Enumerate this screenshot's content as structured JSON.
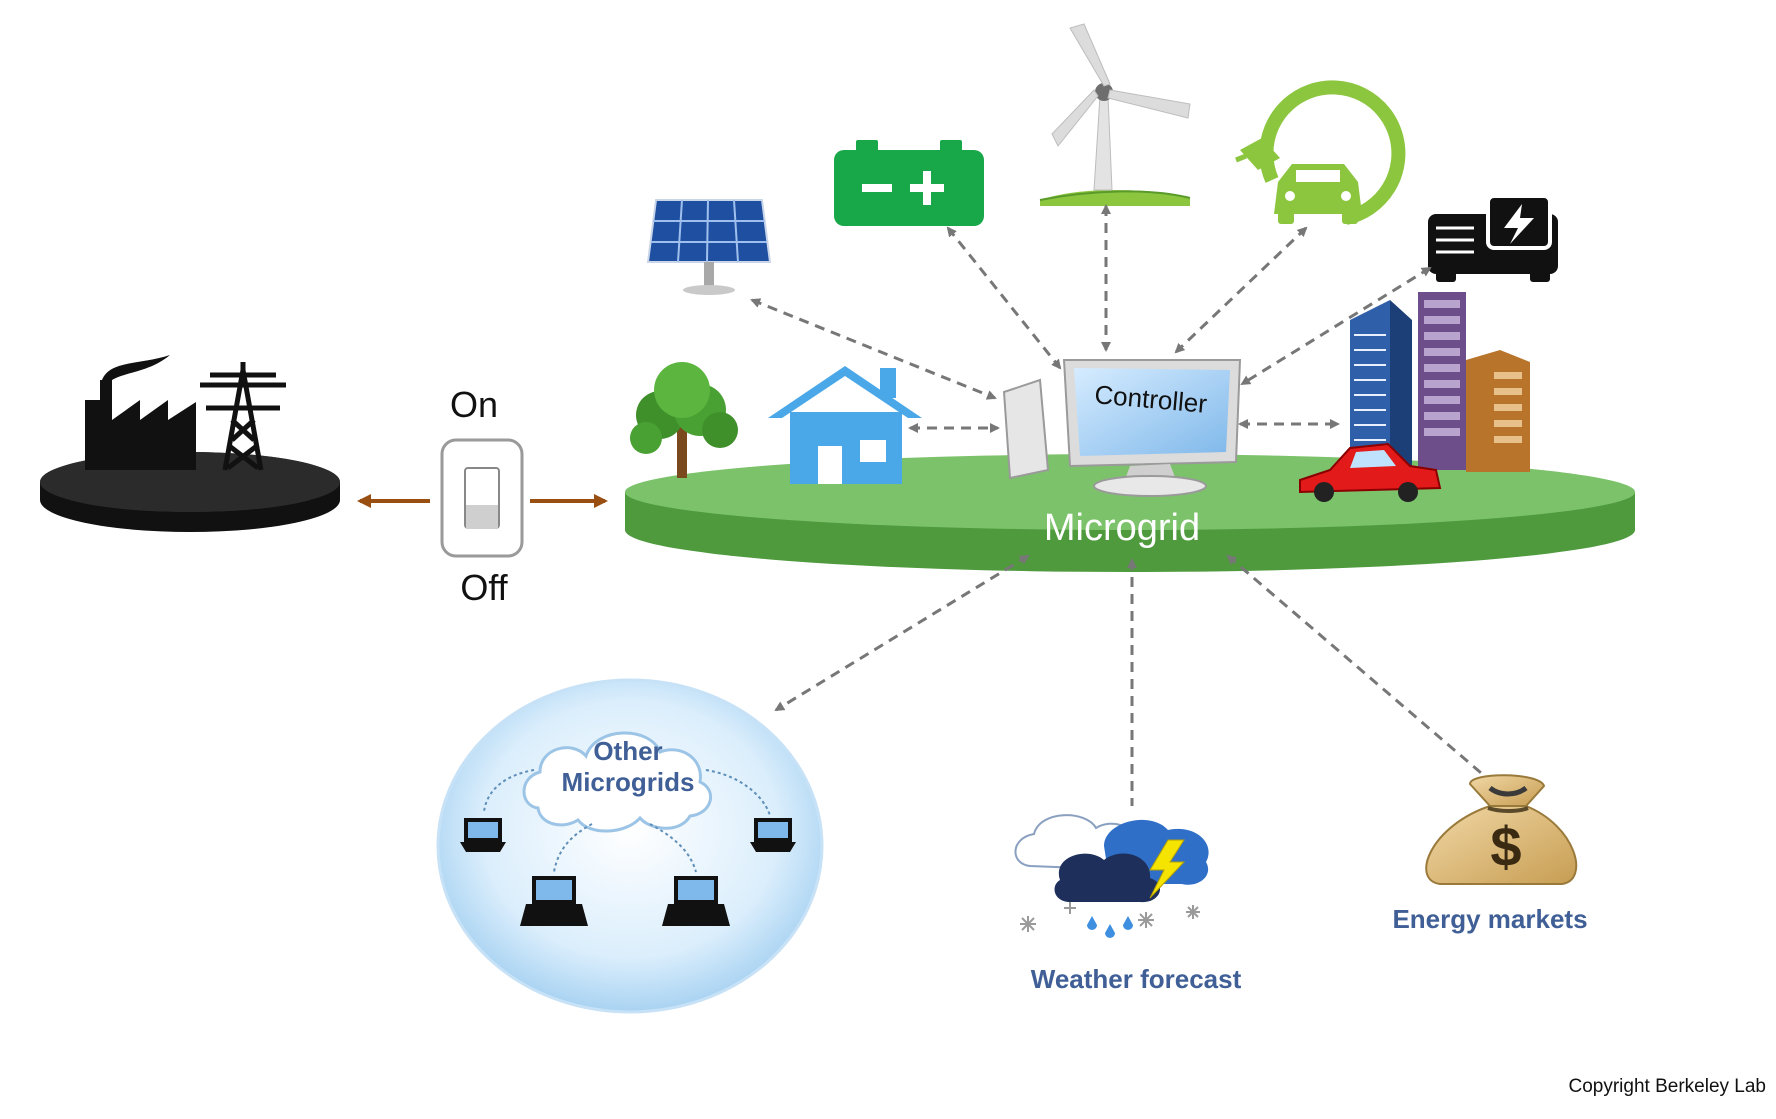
{
  "switch": {
    "on_label": "On",
    "off_label": "Off"
  },
  "microgrid": {
    "label": "Microgrid"
  },
  "controller": {
    "label": "Controller"
  },
  "other_microgrids": {
    "line1": "Other",
    "line2": "Microgrids"
  },
  "weather": {
    "label": "Weather forecast"
  },
  "markets": {
    "label": "Energy markets"
  },
  "copyright": "Copyright Berkeley Lab",
  "colors": {
    "platform_green": "#63b24f",
    "platform_top": "#7cc26a",
    "grid_black": "#111111",
    "link_brown": "#9a4f12",
    "arrow_gray": "#777777",
    "label_blue": "#3f5f96",
    "house_blue": "#4aa8e8",
    "battery_green": "#18a84a",
    "ev_green": "#8cc63f"
  },
  "icons": [
    "power-plant-icon",
    "transmission-tower-icon",
    "switch-icon",
    "solar-panel-icon",
    "battery-icon",
    "wind-turbine-icon",
    "electric-vehicle-icon",
    "generator-icon",
    "tree-icon",
    "house-icon",
    "controller-computer-icon",
    "buildings-icon",
    "car-icon",
    "cloud-network-icon",
    "storm-cloud-icon",
    "money-bag-icon"
  ]
}
